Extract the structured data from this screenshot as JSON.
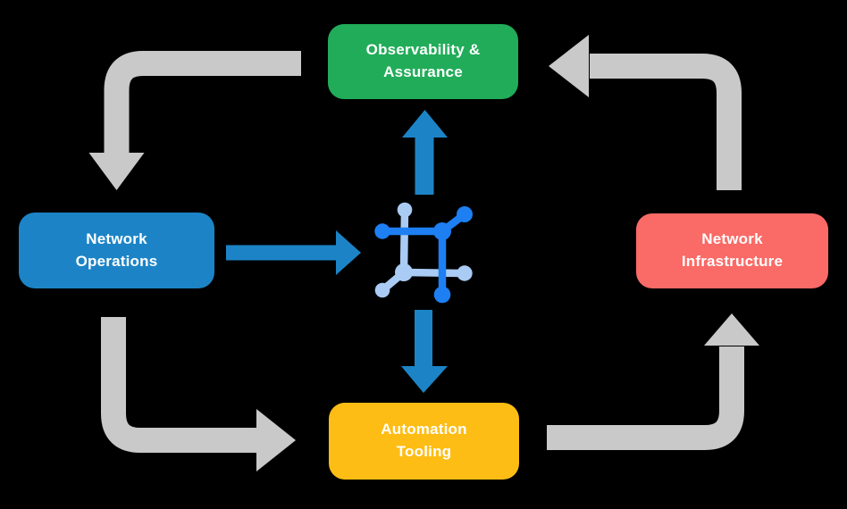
{
  "diagram": {
    "title": "Network automation flow diagram",
    "colors": {
      "background": "#000000",
      "text": "#FFFFFF",
      "arrow-gray": "#C9C9C9",
      "arrow-blue": "#1C84C6",
      "icon-blue": "#1E7FF2",
      "icon-light-blue": "#A9CBF4"
    },
    "nodes": [
      {
        "id": "observability",
        "label": "Observability &\nAssurance",
        "color": "#21AC59"
      },
      {
        "id": "operations",
        "label": "Network\nOperations",
        "color": "#1C84C6"
      },
      {
        "id": "infrastructure",
        "label": "Network\nInfrastructure",
        "color": "#FA6A66"
      },
      {
        "id": "automation",
        "label": "Automation\nTooling",
        "color": "#FEBD14"
      }
    ],
    "flows": [
      {
        "from": "observability",
        "to": "operations",
        "style": "gray-cycle"
      },
      {
        "from": "operations",
        "to": "automation",
        "style": "gray-cycle"
      },
      {
        "from": "automation",
        "to": "infrastructure",
        "style": "gray-cycle"
      },
      {
        "from": "infrastructure",
        "to": "observability",
        "style": "gray-cycle"
      },
      {
        "from": "operations",
        "to": "center-icon",
        "style": "blue"
      },
      {
        "from": "center-icon",
        "to": "observability",
        "style": "blue"
      },
      {
        "from": "center-icon",
        "to": "automation",
        "style": "blue"
      }
    ],
    "center_icon": "network-fabric-icon"
  }
}
